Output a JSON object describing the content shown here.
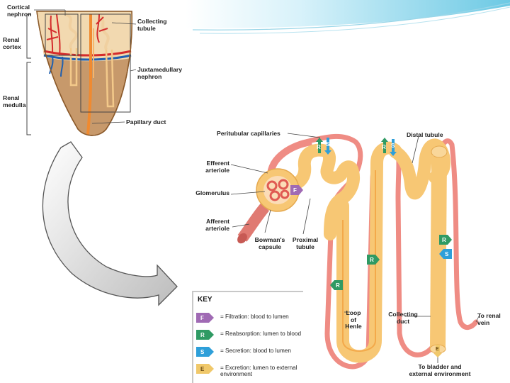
{
  "colors": {
    "filtration": "#a06ab4",
    "reabsorption": "#2f9a63",
    "secretion": "#2e9fd9",
    "excretion": "#f0c86a",
    "tubule": "#f7c774",
    "capillary": "#ef8c84",
    "kidney_cortex": "#f2d9b0",
    "kidney_medulla": "#c7996b"
  },
  "kidney_labels": {
    "cortical_nephron": "Cortical\nnephron",
    "collecting_tubule": "Collecting\ntubule",
    "renal_cortex": "Renal\ncortex",
    "juxtamedullary_nephron": "Juxtamedullary\nnephron",
    "renal_medulla": "Renal\nmedulla",
    "papillary_duct": "Papillary duct"
  },
  "nephron_labels": {
    "peritubular_capillaries": "Peritubular capillaries",
    "distal_tubule": "Distal tubule",
    "efferent_arteriole": "Efferent\narteriole",
    "glomerulus": "Glomerulus",
    "afferent_arteriole": "Afferent\narteriole",
    "bowmans_capsule": "Bowman's\ncapsule",
    "proximal_tubule": "Proximal\ntubule",
    "loop_of_henle": "Loop\nof\nHenle",
    "collecting_duct": "Collecting\nduct",
    "to_renal_vein": "To renal\nvein",
    "to_bladder": "To bladder and\nexternal environment"
  },
  "markers": {
    "F": "F",
    "R": "R",
    "S": "S",
    "E": "E"
  },
  "key": {
    "title": "KEY",
    "rows": [
      {
        "letter": "F",
        "text": "= Filtration: blood to lumen"
      },
      {
        "letter": "R",
        "text": "= Reabsorption: lumen to blood"
      },
      {
        "letter": "S",
        "text": "= Secretion: blood to lumen"
      },
      {
        "letter": "E",
        "text": "= Excretion: lumen to external\nenvironment"
      }
    ]
  }
}
